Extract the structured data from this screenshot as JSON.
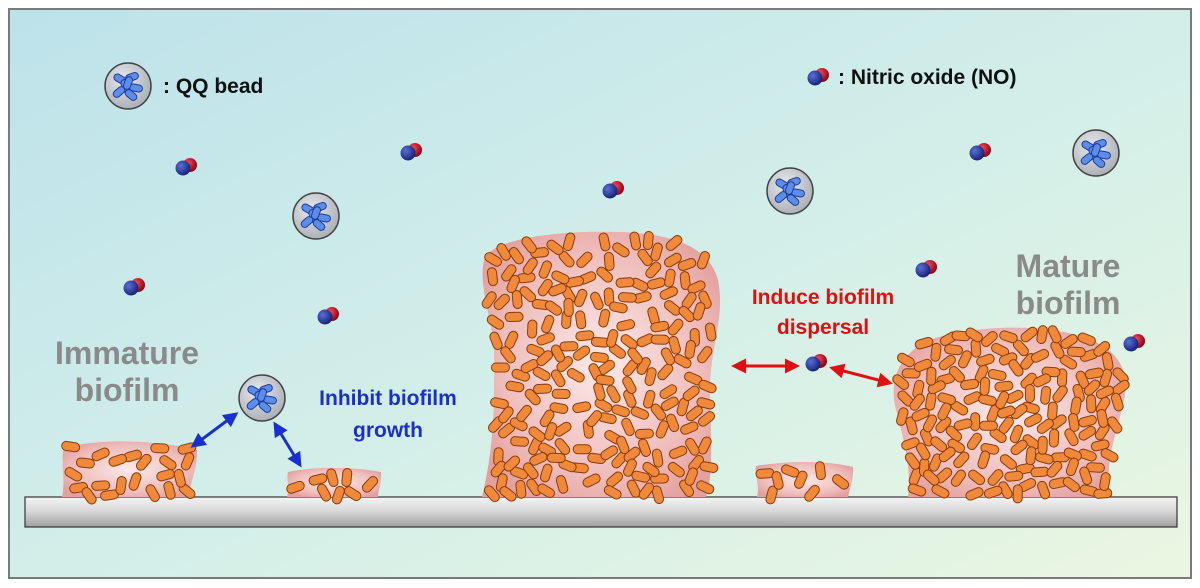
{
  "legend": {
    "qq_bead_label": ": QQ bead",
    "no_label": ": Nitric oxide (NO)"
  },
  "labels": {
    "immature_line1": "Immature",
    "immature_line2": "biofilm",
    "mature_line1": "Mature",
    "mature_line2": "biofilm",
    "inhibit_line1": "Inhibit biofilm",
    "inhibit_line2": "growth",
    "induce_line1": "Induce biofilm",
    "induce_line2": "dispersal"
  },
  "colors": {
    "background_left": "#bfe3ea",
    "background_right": "#e6f5e2",
    "biofilm_fill": "#e8a7a4",
    "bacteria_fill": "#f08a3a",
    "bead_fill": "#c8ccd2",
    "bead_bacteria": "#5b8ee8",
    "no_nitrogen": "#1f2f8f",
    "no_oxygen": "#c01020",
    "inhibit_color": "#1a2fd0",
    "dispersal_color": "#e01010",
    "label_gray": "#8a8a8a",
    "surface_fill": "#d8d8d8"
  }
}
